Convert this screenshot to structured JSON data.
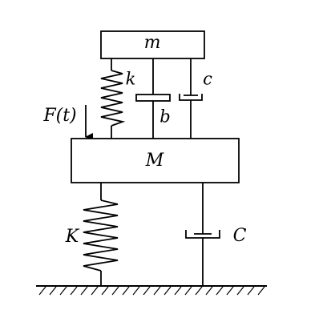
{
  "labels": {
    "small_mass": "m",
    "small_spring": "k",
    "inner_damper": "b",
    "outer_damper_small": "c",
    "force": "F(t)",
    "large_mass": "M",
    "large_spring": "K",
    "large_damper": "C"
  },
  "colors": {
    "line": "#000000",
    "background": "#ffffff"
  }
}
